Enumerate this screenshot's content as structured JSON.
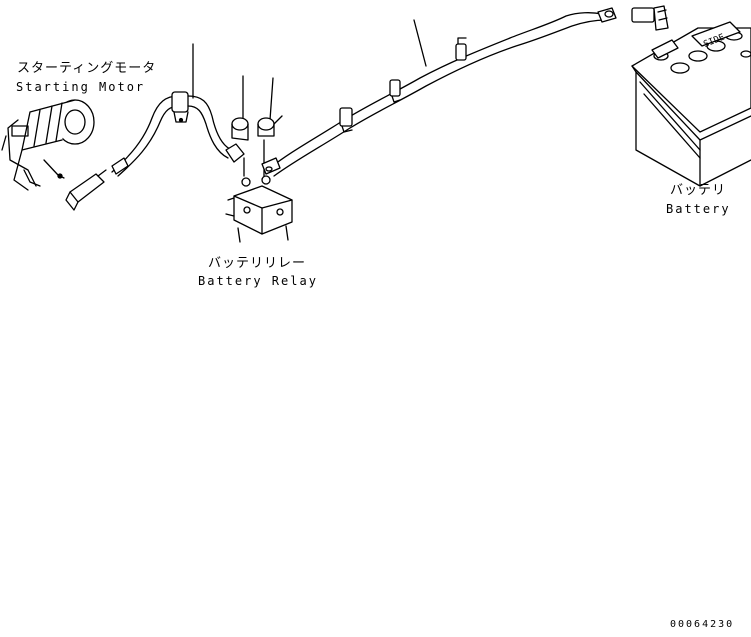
{
  "labels": {
    "starting_motor_jp": "スターティングモータ",
    "starting_motor_en": "Starting Motor",
    "battery_relay_jp": "バッテリリレー",
    "battery_relay_en": "Battery Relay",
    "battery_jp": "バッテリ",
    "battery_en": "Battery"
  },
  "figure_number": "00064230",
  "battery_marking": "SIDE"
}
